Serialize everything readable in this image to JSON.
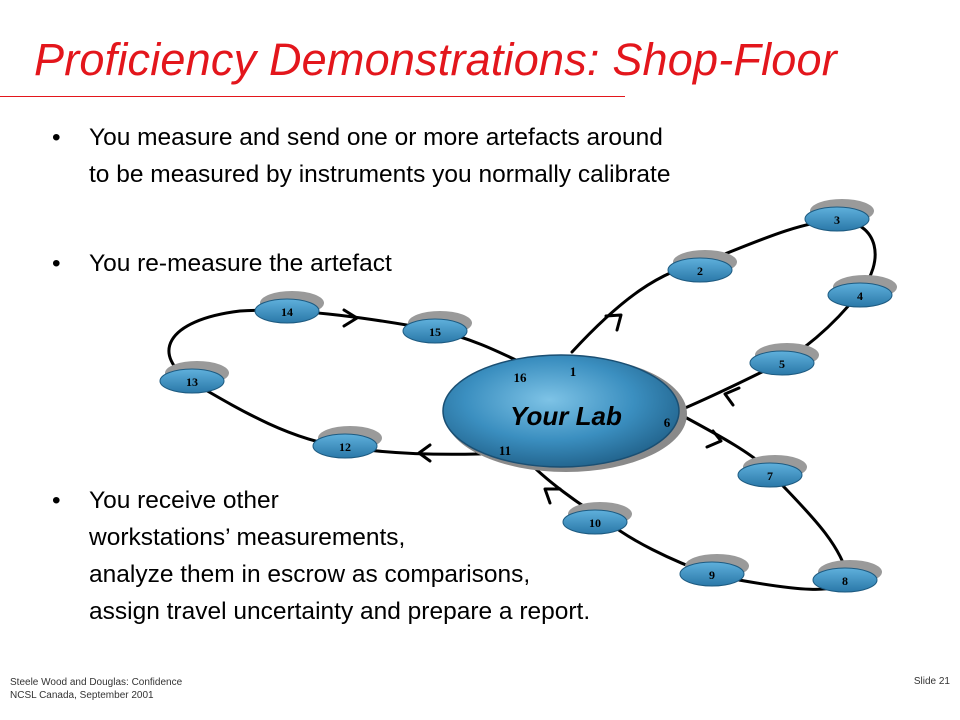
{
  "slide": {
    "title": "Proficiency Demonstrations: Shop-Floor",
    "bullets": [
      {
        "marker": "•",
        "lines": [
          "You measure and send one or more artefacts around",
          "to be measured by instruments you normally calibrate"
        ]
      },
      {
        "marker": "•",
        "lines": [
          "You re-measure the artefact"
        ]
      },
      {
        "marker": "•",
        "lines": [
          "You receive other",
          "workstations’ measurements,",
          "analyze them in escrow as comparisons,",
          "assign travel uncertainty and prepare a report."
        ]
      }
    ]
  },
  "diagram": {
    "center_label": "Your Lab",
    "center_numbers": [
      "16",
      "1",
      "6",
      "11"
    ],
    "stations": [
      "2",
      "3",
      "4",
      "5",
      "7",
      "8",
      "9",
      "10",
      "12",
      "13",
      "14",
      "15"
    ]
  },
  "footer": {
    "left_line1": "Steele Wood and Douglas: Confidence",
    "left_line2": "NCSL Canada, September 2001",
    "right": "Slide 21"
  },
  "colors": {
    "title": "#e3161c",
    "node_fill": "#2f82b3",
    "node_shadow": "#9a9a9a",
    "node_text": "#000000"
  }
}
